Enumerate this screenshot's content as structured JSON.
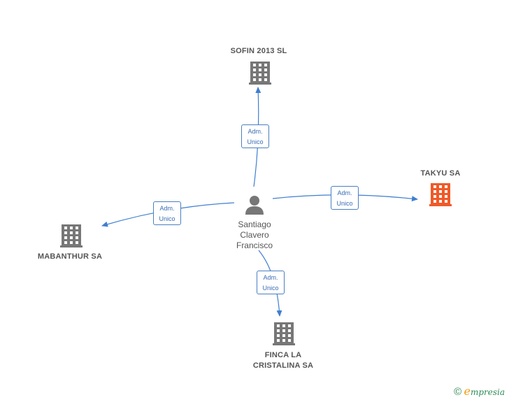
{
  "center": {
    "name": "Santiago\nClavero\nFrancisco",
    "icon": "person-icon"
  },
  "companies": [
    {
      "id": "sofin",
      "name": "SOFIN 2013  SL",
      "icon": "building-icon",
      "color": "#777777"
    },
    {
      "id": "takyu",
      "name": "TAKYU SA",
      "icon": "building-icon",
      "color": "#f05a28"
    },
    {
      "id": "mabanthur",
      "name": "MABANTHUR SA",
      "icon": "building-icon",
      "color": "#777777"
    },
    {
      "id": "finca",
      "name": "FINCA LA\nCRISTALINA SA",
      "icon": "building-icon",
      "color": "#777777"
    }
  ],
  "edges": [
    {
      "to": "sofin",
      "line1": "Adm.",
      "line2": "Unico"
    },
    {
      "to": "takyu",
      "line1": "Adm.",
      "line2": "Unico"
    },
    {
      "to": "mabanthur",
      "line1": "Adm.",
      "line2": "Unico"
    },
    {
      "to": "finca",
      "line1": "Adm.",
      "line2": "Unico"
    }
  ],
  "colors": {
    "edge": "#3f7fd0",
    "building": "#777777",
    "highlight": "#f05a28",
    "person": "#777777"
  },
  "brand": {
    "copyright": "©",
    "initial": "e",
    "rest": "mpresia"
  }
}
